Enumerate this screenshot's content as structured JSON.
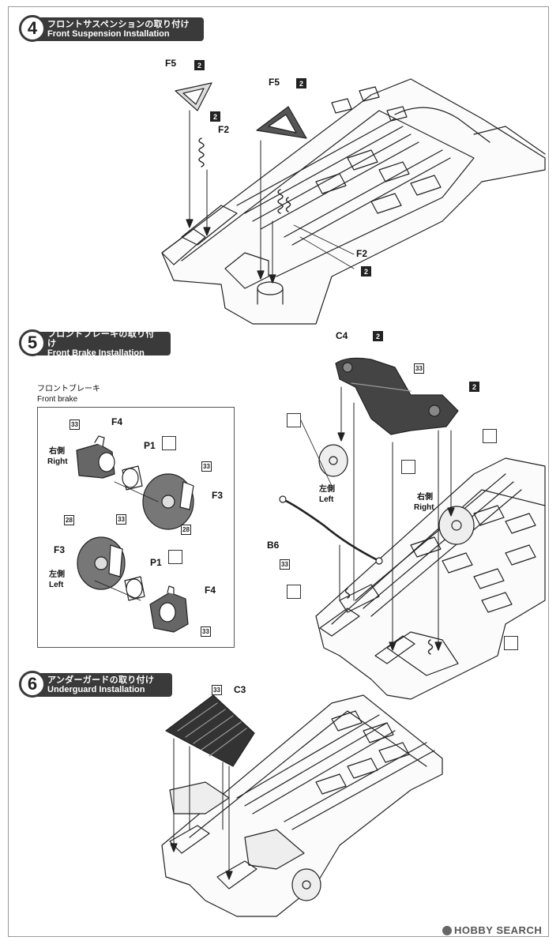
{
  "steps": [
    {
      "number": "4",
      "title_jp": "フロントサスペンションの取り付け",
      "title_en": "Front Suspension Installation"
    },
    {
      "number": "5",
      "title_jp": "フロントブレーキの取り付け",
      "title_en": "Front Brake Installation"
    },
    {
      "number": "6",
      "title_jp": "アンダーガードの取り付け",
      "title_en": "Underguard Installation"
    }
  ],
  "step4": {
    "labels": {
      "f5a": "F5",
      "f5b": "F5",
      "f2a": "F2",
      "f2b": "F2"
    },
    "badges": {
      "b1": "2",
      "b2": "2",
      "b3": "2",
      "b4": "2"
    }
  },
  "step5": {
    "inset_title_jp": "フロントブレーキ",
    "inset_title_en": "Front brake",
    "labels": {
      "f4a": "F4",
      "p1a": "P1",
      "f3a": "F3",
      "f3b": "F3",
      "p1b": "P1",
      "f4b": "F4",
      "right_jp": "右側",
      "right_en": "Right",
      "left_jp": "左側",
      "left_en": "Left",
      "c4": "C4",
      "b6": "B6",
      "left2_jp": "左側",
      "left2_en": "Left",
      "right2_jp": "右側",
      "right2_en": "Right"
    },
    "badges": {
      "c1": "33",
      "c2": "33",
      "c3": "28",
      "c4": "28",
      "c5": "33",
      "c6": "33",
      "b7": "2",
      "c8": "33",
      "b9": "2",
      "c10": "33"
    }
  },
  "step6": {
    "labels": {
      "c3": "C3"
    },
    "badges": {
      "c1": "33"
    }
  },
  "watermark": "HOBBY SEARCH"
}
